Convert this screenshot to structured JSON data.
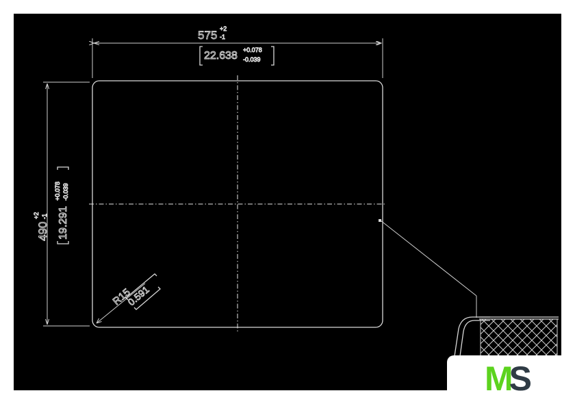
{
  "dimensions": {
    "width": {
      "value": "575",
      "tolerance_upper": "+2",
      "tolerance_lower": "-1",
      "inch_value": "22.638",
      "inch_tolerance_upper": "+0.078",
      "inch_tolerance_lower": "-0.039"
    },
    "height": {
      "value": "490",
      "tolerance_upper": "+2",
      "tolerance_lower": "-1",
      "inch_value": "19.291",
      "inch_tolerance_upper": "+0.078",
      "inch_tolerance_lower": "-0.039"
    },
    "radius": {
      "value": "R15",
      "inch_value": "0.591"
    }
  },
  "logo": {
    "letter_m": "M",
    "letter_s": "S",
    "color_m": "#5cd31e",
    "color_s": "#2f3b45"
  },
  "colors": {
    "background": "#000000",
    "linework": "#d9d9d9"
  }
}
